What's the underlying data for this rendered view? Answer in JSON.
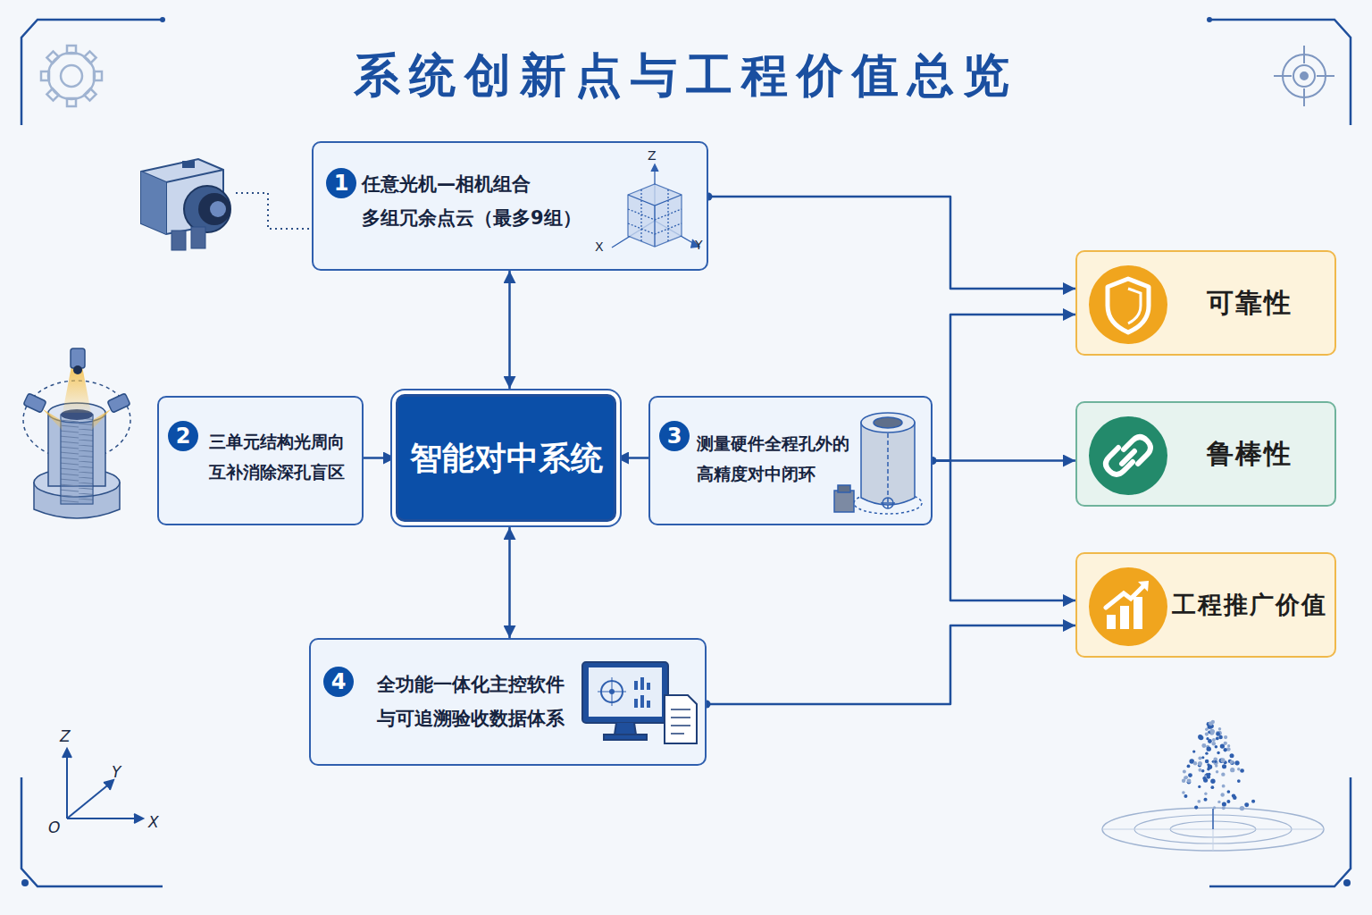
{
  "diagram": {
    "title": "系统创新点与工程价值总览",
    "nodes": [
      {
        "text": [
          "1",
          "任意光机—相机组合 多组冗余点云（最多9组）"
        ]
      },
      {
        "text": [
          "2",
          "三单元结构光周向 互补消除深孔盲区"
        ]
      },
      {
        "text": [
          "智能对中系统"
        ]
      },
      {
        "text": [
          "3",
          "测量硬件全程孔外的 高精度对中闭环"
        ]
      },
      {
        "text": [
          "4",
          "全功能一体化主控软件 与可追溯验收数据体系"
        ]
      },
      {
        "text": [
          "可靠性"
        ]
      },
      {
        "text": [
          "鲁棒性"
        ]
      },
      {
        "text": [
          "工程推广价值"
        ]
      }
    ],
    "edges": [
      {
        "from": 0,
        "to": 2,
        "arrow": "both"
      },
      {
        "from": 1,
        "to": 2,
        "arrow": "to"
      },
      {
        "from": 3,
        "to": 2,
        "arrow": "to"
      },
      {
        "from": 4,
        "to": 2,
        "arrow": "both"
      },
      {
        "from": 0,
        "to": 5,
        "arrow": "to"
      },
      {
        "from": 3,
        "to": 5,
        "arrow": "to"
      },
      {
        "from": 3,
        "to": 6,
        "arrow": "to"
      },
      {
        "from": 3,
        "to": 7,
        "arrow": "to"
      },
      {
        "from": 4,
        "to": 7,
        "arrow": "to"
      }
    ],
    "labels": [
      "Z",
      "X",
      "Y",
      "Z",
      "Y",
      "O",
      "X"
    ]
  }
}
